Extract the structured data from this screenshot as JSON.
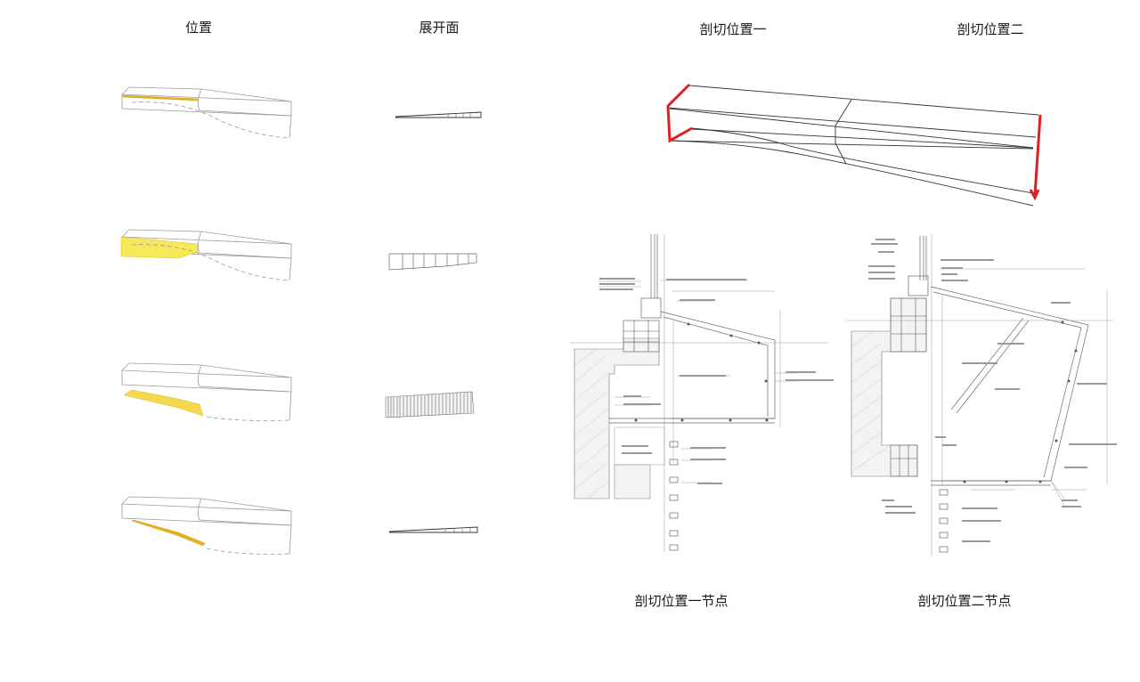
{
  "titles": {
    "position": "位置",
    "unfolded": "展开面",
    "section1": "剖切位置一",
    "section2": "剖切位置二",
    "node1": "剖切位置一节点",
    "node2": "剖切位置二节点"
  },
  "rows": [
    {
      "highlight": "top-strip",
      "unfold": "thin-taper"
    },
    {
      "highlight": "end-face",
      "unfold": "segmented-strip"
    },
    {
      "highlight": "bottom-wedge",
      "unfold": "ribbed-strip"
    },
    {
      "highlight": "underside-strip",
      "unfold": "thin-taper"
    }
  ],
  "colors": {
    "highlight_yellow": "#f5d94a",
    "highlight_orange": "#e8b020",
    "section_red": "#e02020",
    "line_gray": "#9a9aa3"
  }
}
